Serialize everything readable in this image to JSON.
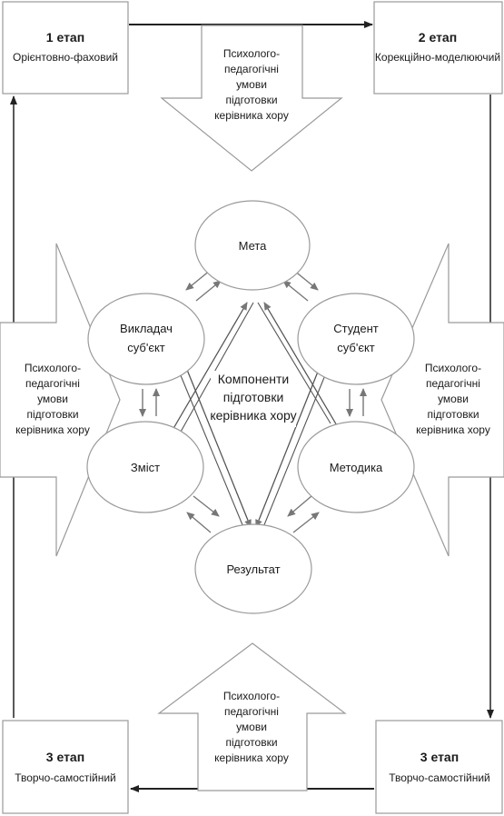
{
  "stages": {
    "stage1": {
      "title": "1 етап",
      "subtitle": "Орієнтовно-фаховий"
    },
    "stage2": {
      "title": "2 етап",
      "subtitle": "Корекційно-моделюючий"
    },
    "stage3_left": {
      "title": "3 етап",
      "subtitle": "Творчо-самостійний"
    },
    "stage3_right": {
      "title": "3 етап",
      "subtitle": "Творчо-самостійний"
    }
  },
  "conditions": {
    "top": [
      "Психолого-",
      "педагогічні",
      "умови",
      "підготовки",
      "керівника хору"
    ],
    "left": [
      "Психолого-",
      "педагогічні",
      "умови",
      "підготовки",
      "керівника хору"
    ],
    "right": [
      "Психолого-",
      "педагогічні",
      "умови",
      "підготовки",
      "керівника хору"
    ],
    "bottom": [
      "Психолого-",
      "педагогічні",
      "умови",
      "підготовки",
      "керівника хору"
    ]
  },
  "nodes": {
    "meta": "Мета",
    "teacher": [
      "Викладач",
      "суб'єкт"
    ],
    "student": [
      "Студент",
      "суб'єкт"
    ],
    "content": "Зміст",
    "method": "Методика",
    "result": "Результат"
  },
  "center": [
    "Компоненти",
    "підготовки",
    "керівника хору"
  ],
  "colors": {
    "stroke": "#999999",
    "arrow": "#777777",
    "line": "#222222",
    "text": "#1a1a1a",
    "fill": "#ffffff"
  }
}
